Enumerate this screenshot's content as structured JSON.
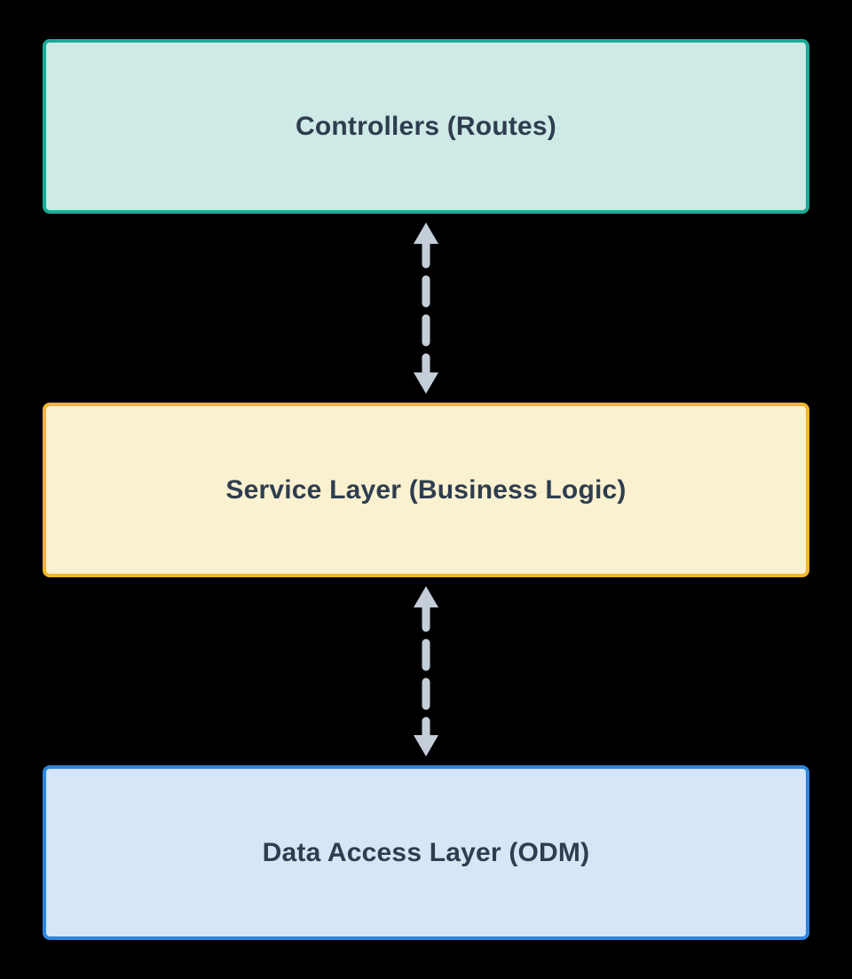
{
  "page": {
    "background_color": "#000000"
  },
  "diagram": {
    "type": "layered-architecture",
    "nodes": [
      {
        "id": "controllers",
        "label": "Controllers (Routes)",
        "fill_color": "#CEEAE7",
        "border_color": "#1AAB98",
        "text_color": "#2E3D4F"
      },
      {
        "id": "service-layer",
        "label": "Service Layer (Business Logic)",
        "fill_color": "#FAF1D0",
        "border_color": "#F2B826",
        "text_color": "#2E3D4F"
      },
      {
        "id": "data-access-layer",
        "label": "Data Access Layer (ODM)",
        "fill_color": "#D5E6F8",
        "border_color": "#2E86DE",
        "text_color": "#2E3D4F"
      }
    ],
    "connectors": [
      {
        "from": "controllers",
        "to": "service-layer",
        "direction": "bidirectional",
        "line_style": "dashed",
        "color": "#C4CED8"
      },
      {
        "from": "service-layer",
        "to": "data-access-layer",
        "direction": "bidirectional",
        "line_style": "dashed",
        "color": "#C4CED8"
      }
    ]
  }
}
